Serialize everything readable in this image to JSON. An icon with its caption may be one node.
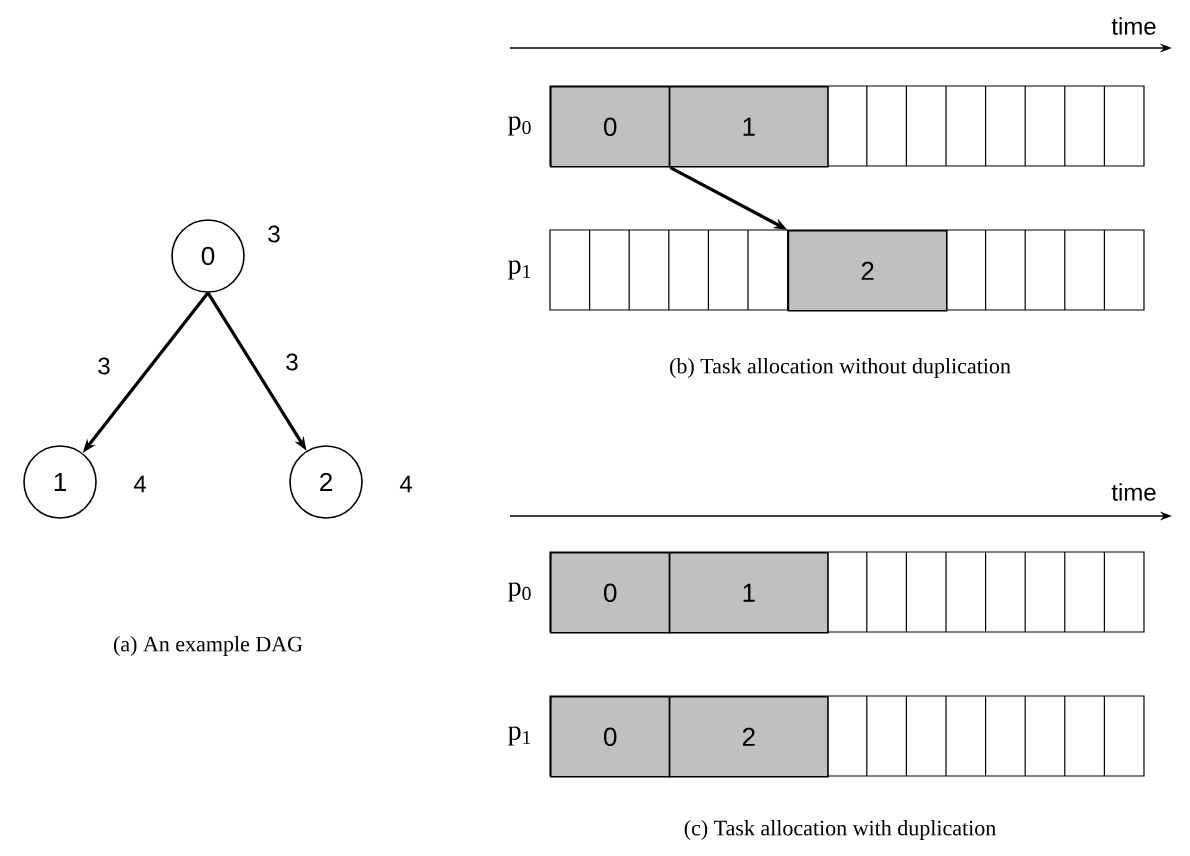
{
  "diagram": {
    "nodes": [
      {
        "text": [
          "0"
        ],
        "beside": [
          "3"
        ]
      },
      {
        "text": [
          "1"
        ],
        "beside": [
          "4"
        ]
      },
      {
        "text": [
          "2"
        ],
        "beside": [
          "4"
        ]
      },
      {
        "text": [
          "0"
        ]
      },
      {
        "text": [
          "1"
        ]
      },
      {
        "text": [
          "2"
        ]
      },
      {
        "text": [
          "0"
        ]
      },
      {
        "text": [
          "1"
        ]
      },
      {
        "text": [
          "0"
        ]
      },
      {
        "text": [
          "2"
        ]
      }
    ],
    "edges": [
      {
        "from": 0,
        "to": 1,
        "arrow": "to",
        "label": "3"
      },
      {
        "from": 0,
        "to": 2,
        "arrow": "to",
        "label": "3"
      },
      {
        "from": 3,
        "to": 5,
        "arrow": "to"
      }
    ],
    "labels": [
      "time",
      "p$_{0}$",
      "p$_{1}$",
      "(a) An example DAG",
      "(b) Task allocation without duplication",
      "time",
      "p$_{0}$",
      "p$_{1}$",
      "(c) Task allocation with duplication"
    ]
  }
}
